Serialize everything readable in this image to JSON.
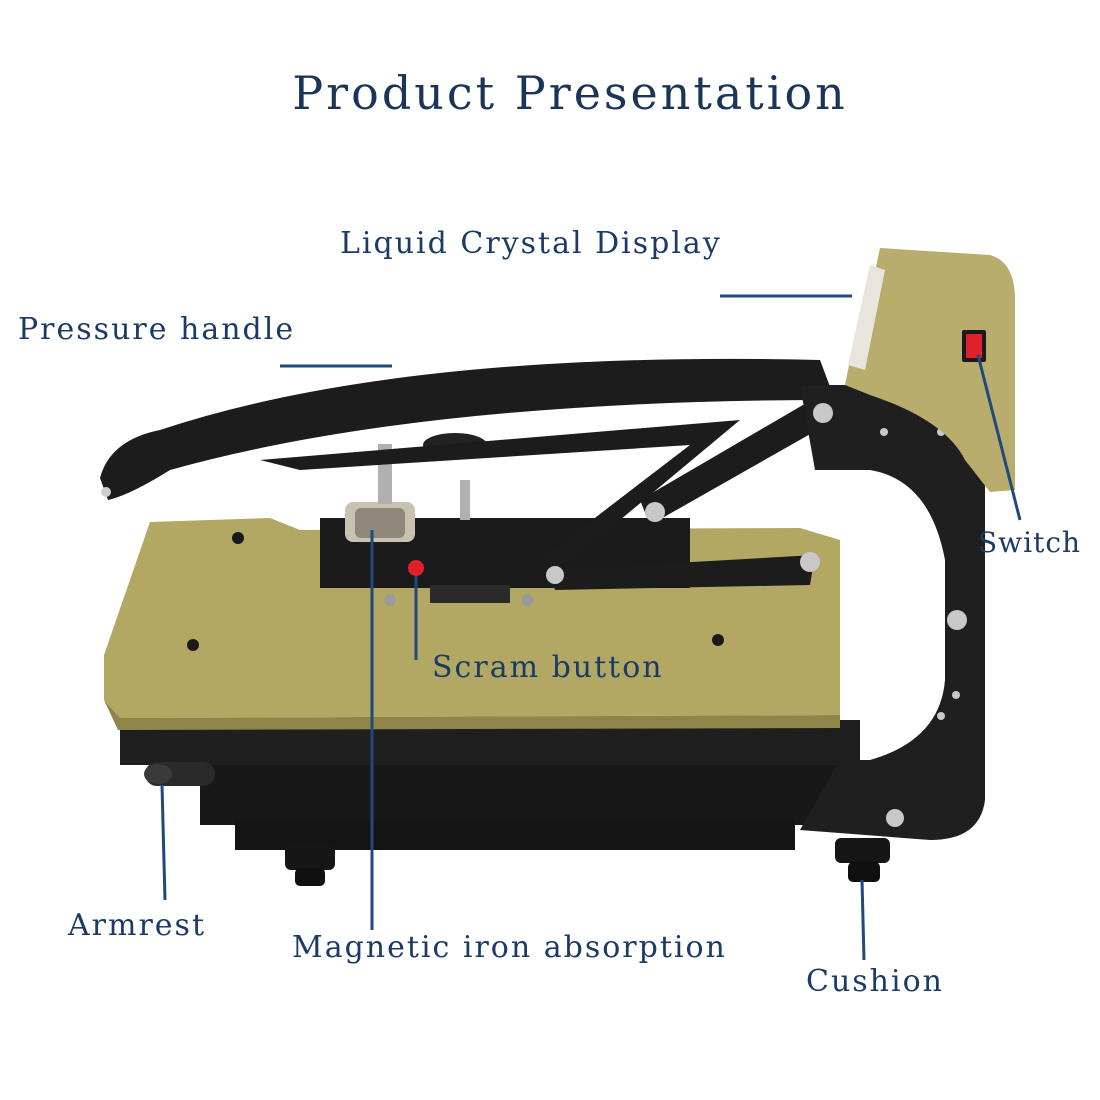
{
  "title": "Product Presentation",
  "labels": {
    "lcd": "Liquid Crystal Display",
    "pressure_handle": "Pressure handle",
    "switch": "Switch",
    "scram_button": "Scram button",
    "armrest": "Armrest",
    "magnetic": "Magnetic iron absorption",
    "cushion": "Cushion"
  },
  "colors": {
    "label_text": "#1b3a66",
    "leader_line": "#1f4a7a",
    "frame": "#1c1c1c",
    "platen": "#b3a863",
    "control_box": "#b8ad6c",
    "switch": "#e0202a"
  }
}
